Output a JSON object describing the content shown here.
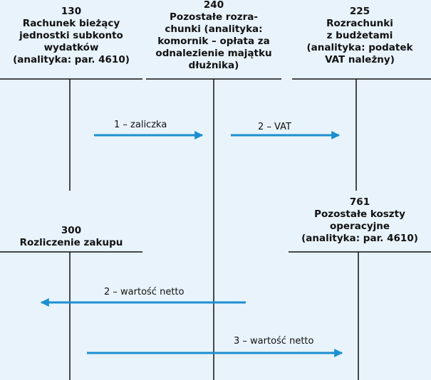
{
  "accounts": {
    "a130": {
      "number": "130",
      "name": "Rachunek bieżący\njednostki subkonto\nwydatków\n(analityka: par. 4610)"
    },
    "a240": {
      "number": "240",
      "name": "Pozostałe rozra-\nchunki (analityka:\nkomornik – opłata za\nodnalezienie majątku\ndłużnika)"
    },
    "a225": {
      "number": "225",
      "name": "Rozrachunki\nz budżetami\n(analityka: podatek\nVAT należny)"
    },
    "a761": {
      "number": "761",
      "name": "Pozostałe koszty\noperacyjne\n(analityka: par. 4610)"
    },
    "a300": {
      "number": "300",
      "name": "Rozliczenie zakupu"
    }
  },
  "transactions": {
    "t1": "1 – zaliczka",
    "t2_vat": "2 – VAT",
    "t2_net": "2 – wartość netto",
    "t3_net": "3 – wartość netto"
  },
  "colors": {
    "arrow": "#1b8fd0",
    "line": "#111111",
    "background": "#e8f3fb"
  }
}
